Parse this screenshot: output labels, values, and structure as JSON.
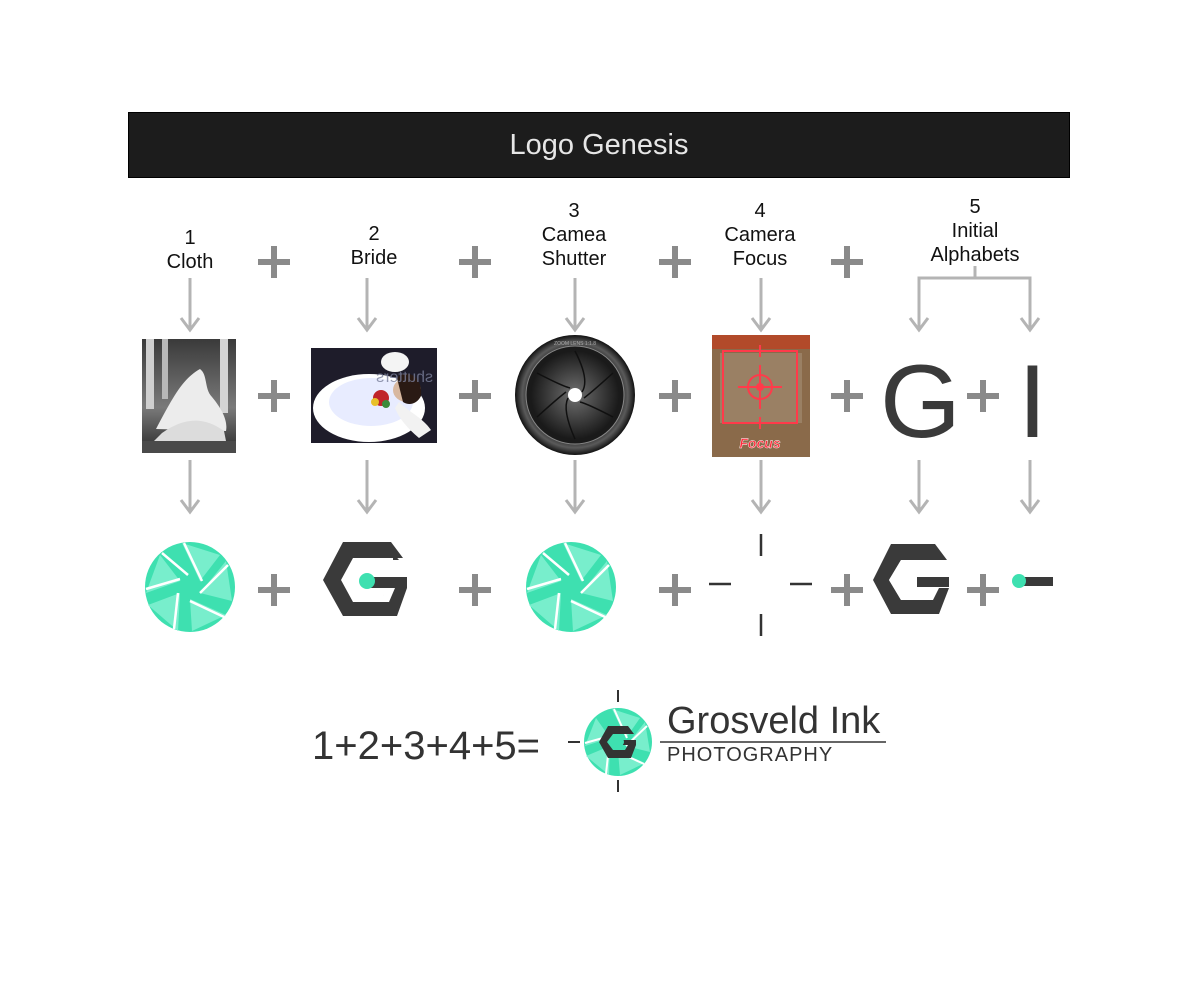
{
  "title": "Logo Genesis",
  "steps": [
    {
      "number": "1",
      "label": "Cloth"
    },
    {
      "number": "2",
      "label": "Bride"
    },
    {
      "number": "3",
      "label": "Camea Shutter"
    },
    {
      "number": "4",
      "label": "Camera Focus"
    },
    {
      "number": "5",
      "label": "Initial Alphabets"
    }
  ],
  "images": {
    "bride_watermark": "shutters",
    "focus_caption": "Focus",
    "lens_ring_text": "ZOOM LENS 1:1.8"
  },
  "letters": {
    "first": "G",
    "second": "I"
  },
  "equation": "1+2+3+4+5=",
  "brand": {
    "name": "Grosveld Ink",
    "tagline": "PHOTOGRAPHY"
  },
  "colors": {
    "accent": "#3ee0b0",
    "dark": "#3a3a3a",
    "arrow": "#b4b4b4",
    "plus": "#8a8a8a",
    "banner": "#1c1c1c"
  }
}
